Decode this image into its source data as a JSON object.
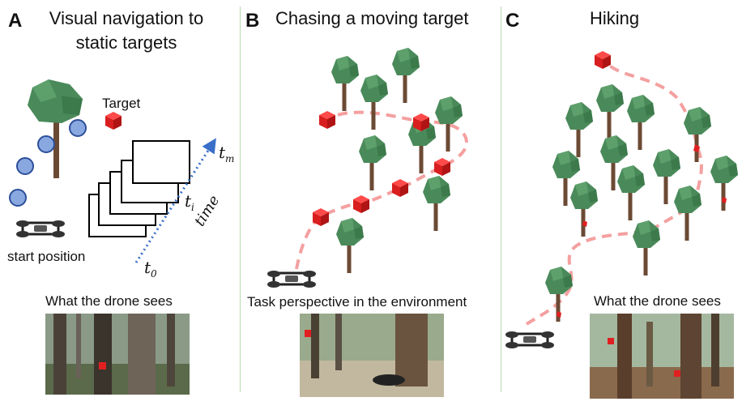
{
  "panels": [
    {
      "letter": "A",
      "title_line1": "Visual navigation to",
      "title_line2": "static targets",
      "target_label": "Target",
      "start_label": "start position",
      "time_label": "time",
      "t_m": "t",
      "t_m_sub": "m",
      "t_i": "t",
      "t_i_sub": "i",
      "t_0": "t",
      "t_0_sub": "0",
      "caption": "What the drone sees"
    },
    {
      "letter": "B",
      "title": "Chasing a moving target",
      "caption": "Task perspective in the environment"
    },
    {
      "letter": "C",
      "title": "Hiking",
      "caption": "What the drone sees"
    }
  ],
  "colors": {
    "tree_canopy": "#4a8a5a",
    "tree_trunk": "#6b4a34",
    "target": "#e02020",
    "path": "#f4a0a0",
    "arrow": "#3a6fc9",
    "waypoint": "#8aa8e0",
    "divider": "#b9d9b3"
  }
}
